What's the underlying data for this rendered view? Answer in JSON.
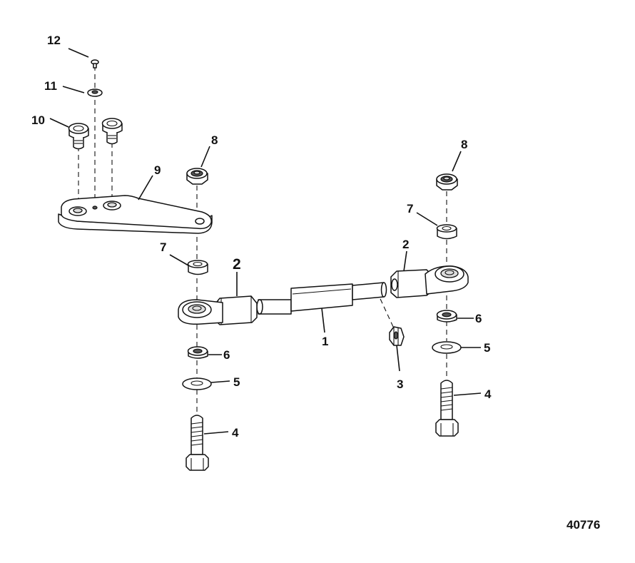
{
  "figure_id": "40776",
  "callouts": {
    "c1": "1",
    "c2_left": "2",
    "c2_right": "2",
    "c3": "3",
    "c4_left": "4",
    "c4_right": "4",
    "c5_left": "5",
    "c5_right": "5",
    "c6_left": "6",
    "c6_right": "6",
    "c7_left": "7",
    "c7_right": "7",
    "c8_left": "8",
    "c8_right": "8",
    "c9": "9",
    "c10": "10",
    "c11": "11",
    "c12": "12"
  }
}
